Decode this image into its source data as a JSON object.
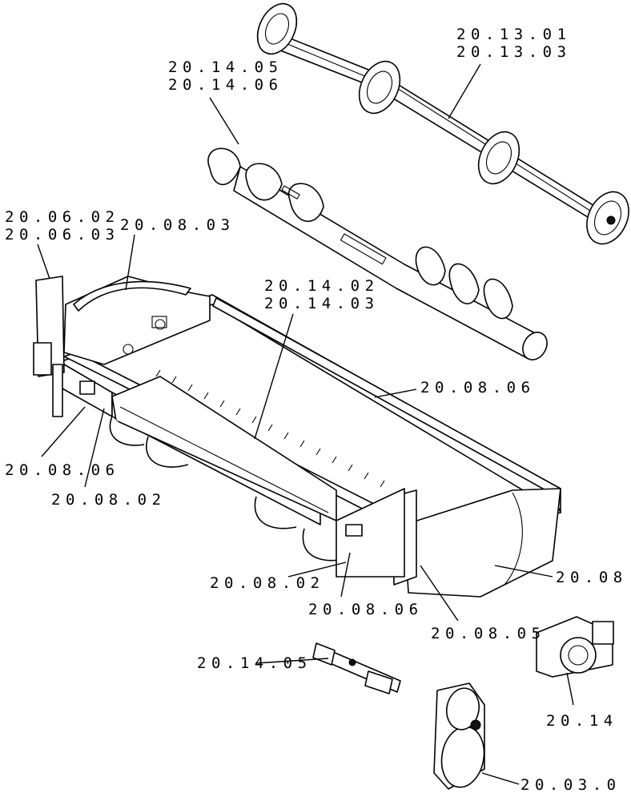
{
  "labels": {
    "reel_tube_a": "20.13.01",
    "reel_tube_b": "20.13.03",
    "auger_a": "20.14.05",
    "auger_b": "20.14.06",
    "left_end_a": "20.06.02",
    "left_end_b": "20.06.03",
    "end_shield": "20.08.03",
    "finger_bar_a": "20.14.02",
    "finger_bar_b": "20.14.03",
    "top_panel": "20.08.06",
    "left_panel_front": "20.08.06",
    "left_panel_lower": "20.08.02",
    "right_panel_lower": "20.08.02",
    "right_panel_front": "20.08.06",
    "right_end": "20.08.05",
    "right_shield": "20.08",
    "driveshaft": "20.14.05",
    "gearbox_right": "20.14",
    "gearbox_bottom": "20.03.0"
  }
}
